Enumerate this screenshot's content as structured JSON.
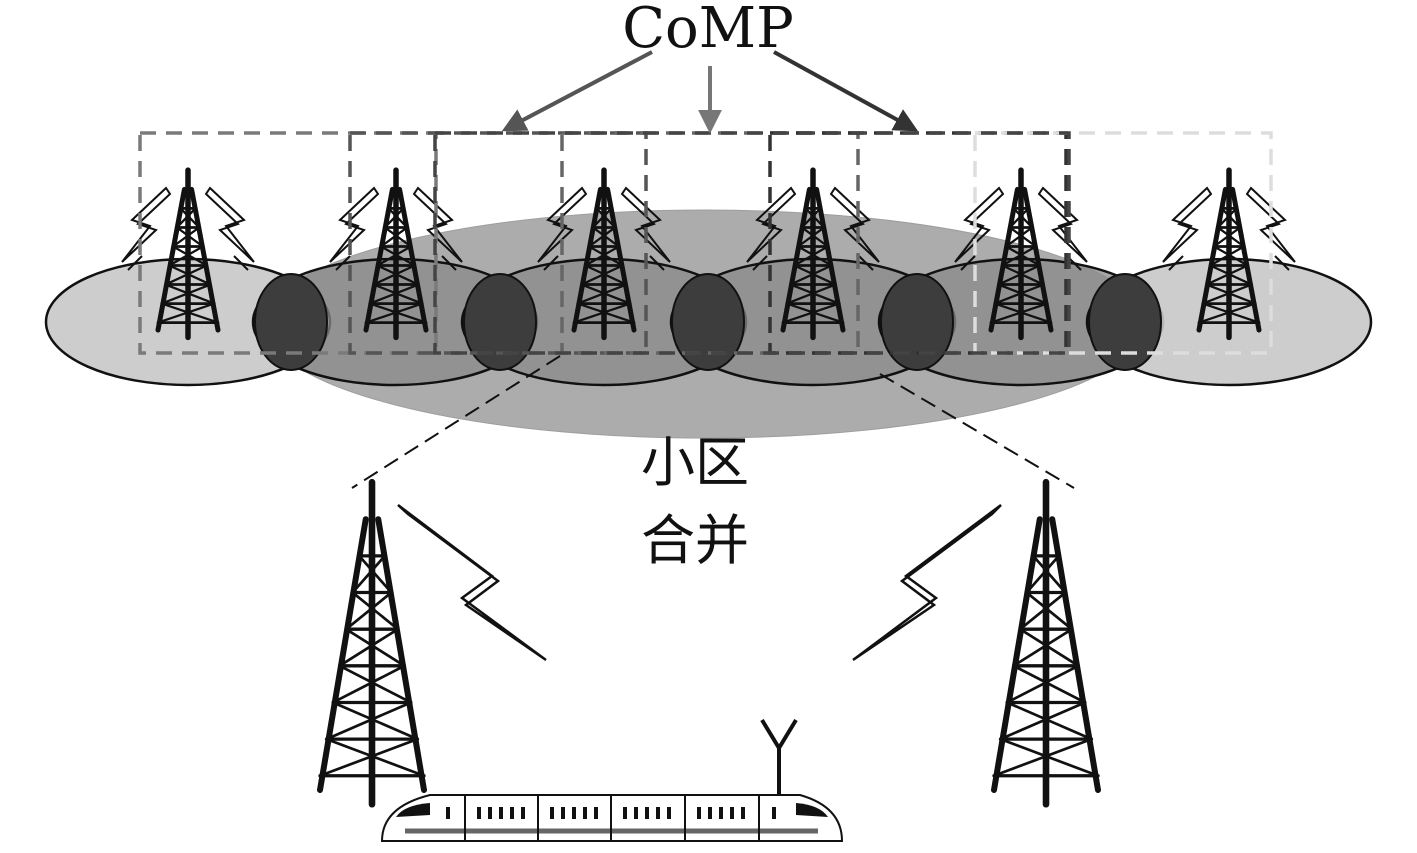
{
  "labels": {
    "comp": "CoMP",
    "cell_merge_line1": "小区",
    "cell_merge_line2": "合并"
  },
  "small_sites": {
    "count": 6,
    "coverage_fill": "#c8c8c8",
    "overlap_fill": "#3d3d3d",
    "tower_color": "#111111"
  },
  "merged_region": {
    "fill": "#a8a8a8"
  },
  "comp_boxes": {
    "count": 6,
    "colors": [
      "#777777",
      "#555555",
      "#666666",
      "#333333",
      "#222222",
      "#dddddd"
    ]
  },
  "macro_sites": {
    "count": 2
  },
  "train": {
    "cars": 6
  }
}
